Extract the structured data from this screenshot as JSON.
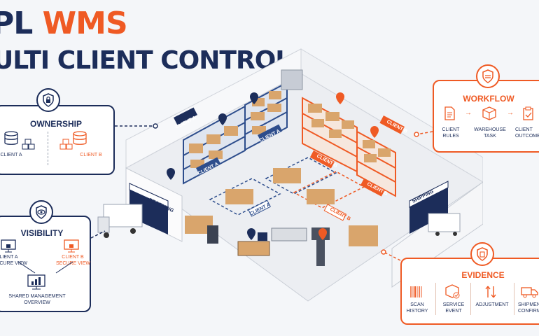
{
  "title": {
    "line1_part1": "PL",
    "line1_part2": "WMS",
    "line2": "ULTI CLIENT CONTROL"
  },
  "colors": {
    "navy": "#1c2d5a",
    "orange": "#ef5a24",
    "rack_blue": "#2d4d8c",
    "box": "#d9a56c",
    "floor": "#e8ebf0"
  },
  "ownership": {
    "title": "OWNERSHIP",
    "client_a": "CLIENT A",
    "client_b": "CLIENT B",
    "icon": "lock-shield-icon"
  },
  "visibility": {
    "title": "VISIBILITY",
    "client_a": [
      "CLIENT A",
      "SECURE VIEW"
    ],
    "client_b": [
      "CLIENT B",
      "SECURE VIEW"
    ],
    "shared": [
      "SHARED MANAGEMENT",
      "OVERVIEW"
    ],
    "icon": "eye-shield-icon"
  },
  "workflow": {
    "title": "WORKFLOW",
    "steps": [
      [
        "CLIENT",
        "RULES"
      ],
      [
        "WAREHOUSE",
        "TASK"
      ],
      [
        "CLIENT",
        "OUTCOME"
      ]
    ],
    "icon": "shield-icon"
  },
  "evidence": {
    "title": "EVIDENCE",
    "items": [
      [
        "SCAN",
        "HISTORY"
      ],
      [
        "SERVICE",
        "EVENT"
      ],
      [
        "ADJUSTMENT"
      ],
      [
        "SHIPMENT",
        "CONFIRMAT"
      ]
    ],
    "icon": "document-shield-icon"
  },
  "warehouse": {
    "receiving": "RECEIVING",
    "shipping": "SHIPPING",
    "signs": [
      "CLIENT A",
      "CLIENT A",
      "CLIENT A",
      "CLIENT B",
      "CLIENT B",
      "CLIENT B",
      "CLIENT A",
      "CLIENT B"
    ]
  }
}
